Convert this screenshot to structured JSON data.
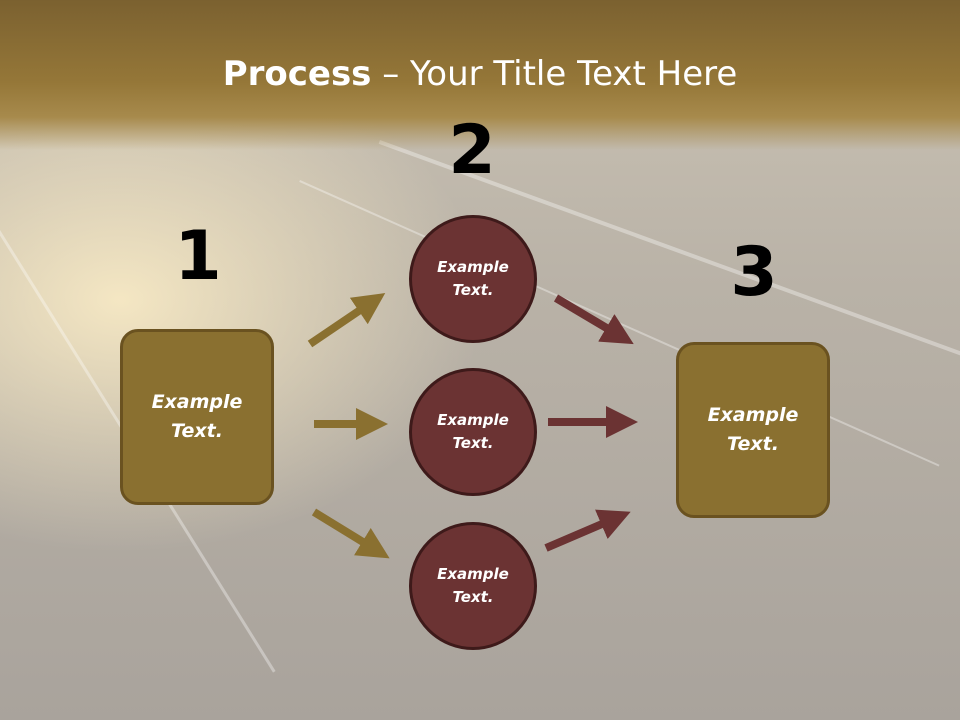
{
  "title": {
    "bold": "Process",
    "rest": " – Your Title Text Here"
  },
  "steps": {
    "one": {
      "number": "1",
      "text_line1": "Example",
      "text_line2": "Text."
    },
    "two": {
      "number": "2",
      "circles": [
        {
          "line1": "Example",
          "line2": "Text."
        },
        {
          "line1": "Example",
          "line2": "Text."
        },
        {
          "line1": "Example",
          "line2": "Text."
        }
      ]
    },
    "three": {
      "number": "3",
      "text_line1": "Example",
      "text_line2": "Text."
    }
  },
  "colors": {
    "title_band": "#957738",
    "box_fill": "#8a7030",
    "circle_fill": "#6b3333",
    "gold_arrow": "#8a7030",
    "maroon_arrow": "#6b3333"
  }
}
